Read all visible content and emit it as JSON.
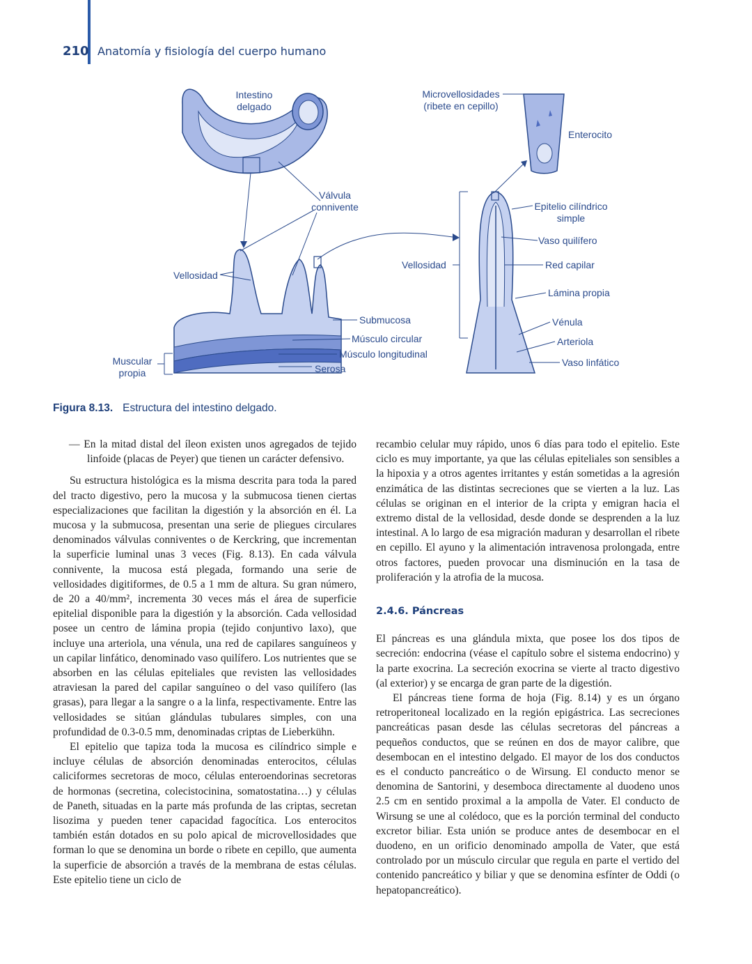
{
  "header": {
    "page_number": "210",
    "title": "Anatomía y fisiología del cuerpo humano"
  },
  "figure": {
    "labels": {
      "intestino": "Intestino",
      "delgado": "delgado",
      "microvellosidades": "Microvellosidades",
      "ribete": "(ribete en cepillo)",
      "enterocito": "Enterocito",
      "valvula": "Válvula",
      "connivente": "connivente",
      "epitelio": "Epitelio cilíndrico",
      "simple": "simple",
      "vaso_quilifero": "Vaso quilífero",
      "vellosidad_left": "Vellosidad",
      "vellosidad_right": "Vellosidad",
      "red_capilar": "Red capilar",
      "lamina_propia": "Lámina propia",
      "submucosa": "Submucosa",
      "venula": "Vénula",
      "musculo_circular": "Músculo circular",
      "arteriola": "Arteriola",
      "musculo_longitudinal": "Músculo longitudinal",
      "muscular": "Muscular",
      "propia": "propia",
      "vaso_linfatico": "Vaso linfático",
      "serosa": "Serosa"
    },
    "caption_number": "Figura 8.13.",
    "caption_text": "Estructura del intestino delgado."
  },
  "left_column": {
    "bullet": "— En la mitad distal del íleon existen unos agregados de tejido linfoide (placas de Peyer) que tienen un carácter defensivo.",
    "para1": "Su estructura histológica es la misma descrita para toda la pared del tracto digestivo, pero la mucosa y la submucosa tienen ciertas especializaciones que facilitan la digestión y la absorción en él. La mucosa y la submucosa, presentan una serie de pliegues circulares denominados válvulas conniventes o de Kerckring, que incrementan la superficie luminal unas 3 veces (Fig. 8.13). En cada válvula connivente, la mucosa está plegada, formando una serie de vellosidades digitiformes, de 0.5 a 1 mm de altura. Su gran número, de 20 a 40/mm², incrementa 30 veces más el área de superficie epitelial disponible para la digestión y la absorción. Cada vellosidad posee un centro de lámina propia (tejido conjuntivo laxo), que incluye una arteriola, una vénula, una red de capilares sanguíneos y un capilar linfático, denominado vaso quilífero. Los nutrientes que se absorben en las células epiteliales que revisten las vellosidades atraviesan la pared del capilar sanguíneo o del vaso quilífero (las grasas), para llegar a la sangre o a la linfa, respectivamente. Entre las vellosidades se sitúan glándulas tubulares simples, con una profundidad de 0.3-0.5 mm, denominadas criptas de Lieberkühn.",
    "para2": "El epitelio que tapiza toda la mucosa es cilíndrico simple e incluye células de absorción denominadas enterocitos, células caliciformes secretoras de moco, células enteroendorinas secretoras de hormonas (secretina, colecistocinina, somatostatina…) y células de Paneth, situadas en la parte más profunda de las criptas, secretan lisozima y pueden tener capacidad fagocítica. Los enterocitos también están dotados en su polo apical de microvellosidades que forman lo que se denomina un borde o ribete en cepillo, que aumenta la superficie de absorción a través de la membrana de estas células. Este epitelio tiene un ciclo de"
  },
  "right_column": {
    "para1": "recambio celular muy rápido, unos 6 días para todo el epitelio. Este ciclo es muy importante, ya que las células epiteliales son sensibles a la hipoxia y a otros agentes irritantes y están sometidas a la agresión enzimática de las distintas secreciones que se vierten a la luz. Las células se originan en el interior de la cripta y emigran hacia el extremo distal de la vellosidad, desde donde se desprenden a la luz intestinal. A lo largo de esa migración maduran y desarrollan el ribete en cepillo. El ayuno y la alimentación intravenosa prolongada, entre otros factores, pueden provocar una disminución en la tasa de proliferación y la atrofia de la mucosa.",
    "heading": "2.4.6. Páncreas",
    "para2": "El páncreas es una glándula mixta, que posee los dos tipos de secreción: endocrina (véase el capítulo sobre el sistema endocrino) y la parte exocrina. La secreción exocrina se vierte al tracto digestivo (al exterior) y se encarga de gran parte de la digestión.",
    "para3": "El páncreas tiene forma de hoja (Fig. 8.14) y es un órgano retroperitoneal localizado en la región epigástrica. Las secreciones pancreáticas pasan desde las células secretoras del páncreas a pequeños conductos, que se reúnen en dos de mayor calibre, que desembocan en el intestino delgado. El mayor de los dos conductos es el conducto pancreático o de Wirsung. El conducto menor se denomina de Santorini, y desemboca directamente al duodeno unos 2.5 cm en sentido proximal a la ampolla de Vater. El conducto de Wirsung se une al colédoco, que es la porción terminal del conducto excretor biliar. Esta unión se produce antes de desembocar en el duodeno, en un orificio denominado ampolla de Vater, que está controlado por un músculo circular que regula en parte el vertido del contenido pancreático y biliar y que se denomina esfínter de Oddi (o hepatopancreático)."
  }
}
